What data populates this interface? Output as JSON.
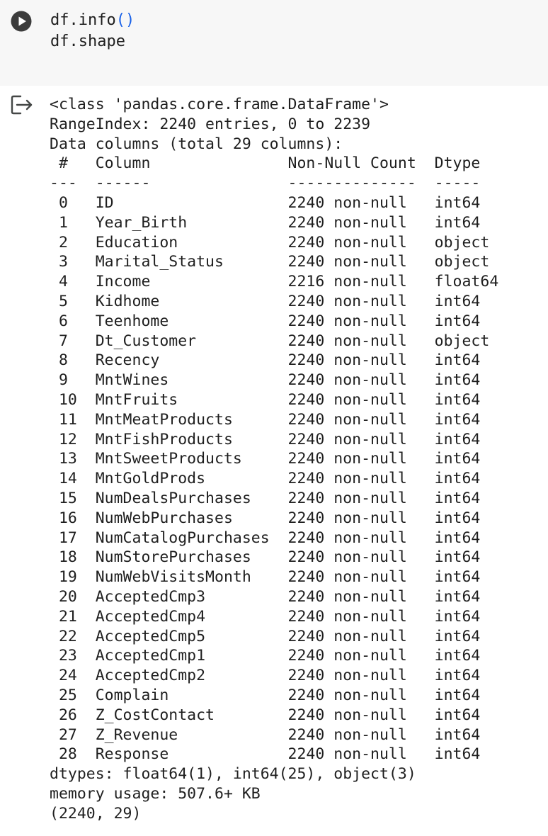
{
  "code_cell": {
    "run_button_icon": "play-icon",
    "lines": [
      {
        "name": "df.info",
        "paren": "()"
      },
      {
        "name": "df.shape",
        "paren": ""
      }
    ]
  },
  "output": {
    "icon": "output-redirect-icon",
    "lines": [
      "<class 'pandas.core.frame.DataFrame'>",
      "RangeIndex: 2240 entries, 0 to 2239",
      "Data columns (total 29 columns):",
      " #   Column               Non-Null Count  Dtype  ",
      "---  ------               --------------  -----  ",
      " 0   ID                   2240 non-null   int64  ",
      " 1   Year_Birth           2240 non-null   int64  ",
      " 2   Education            2240 non-null   object ",
      " 3   Marital_Status       2240 non-null   object ",
      " 4   Income               2216 non-null   float64",
      " 5   Kidhome              2240 non-null   int64  ",
      " 6   Teenhome             2240 non-null   int64  ",
      " 7   Dt_Customer          2240 non-null   object ",
      " 8   Recency              2240 non-null   int64  ",
      " 9   MntWines             2240 non-null   int64  ",
      " 10  MntFruits            2240 non-null   int64  ",
      " 11  MntMeatProducts      2240 non-null   int64  ",
      " 12  MntFishProducts      2240 non-null   int64  ",
      " 13  MntSweetProducts     2240 non-null   int64  ",
      " 14  MntGoldProds         2240 non-null   int64  ",
      " 15  NumDealsPurchases    2240 non-null   int64  ",
      " 16  NumWebPurchases      2240 non-null   int64  ",
      " 17  NumCatalogPurchases  2240 non-null   int64  ",
      " 18  NumStorePurchases    2240 non-null   int64  ",
      " 19  NumWebVisitsMonth    2240 non-null   int64  ",
      " 20  AcceptedCmp3         2240 non-null   int64  ",
      " 21  AcceptedCmp4         2240 non-null   int64  ",
      " 22  AcceptedCmp5         2240 non-null   int64  ",
      " 23  AcceptedCmp1         2240 non-null   int64  ",
      " 24  AcceptedCmp2         2240 non-null   int64  ",
      " 25  Complain             2240 non-null   int64  ",
      " 26  Z_CostContact        2240 non-null   int64  ",
      " 27  Z_Revenue            2240 non-null   int64  ",
      " 28  Response             2240 non-null   int64  ",
      "dtypes: float64(1), int64(25), object(3)",
      "memory usage: 507.6+ KB",
      "(2240, 29)"
    ]
  }
}
